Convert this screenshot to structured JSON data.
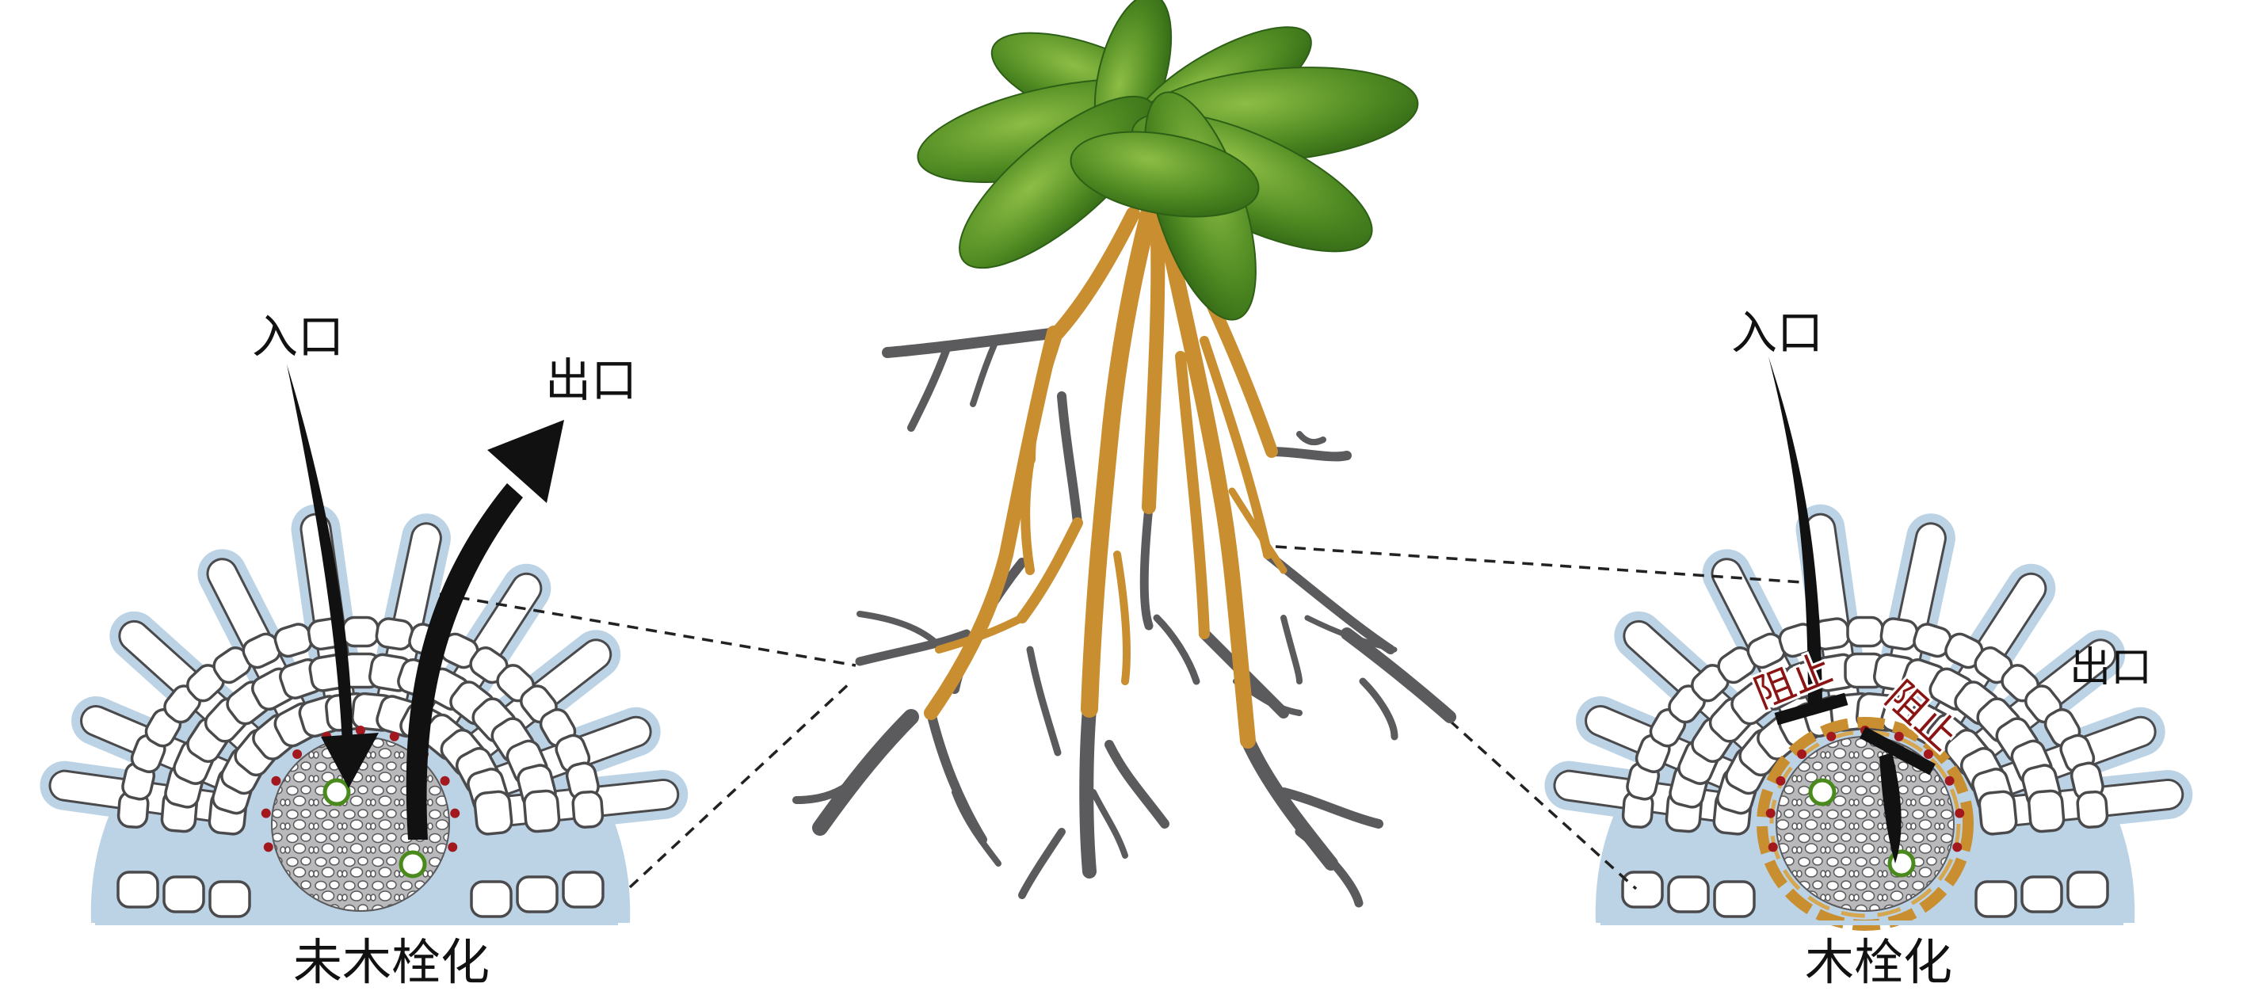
{
  "left_panel": {
    "entry_label": "入口",
    "exit_label": "出口",
    "caption": "未木栓化"
  },
  "right_panel": {
    "entry_label": "入口",
    "exit_label": "出口",
    "block_label_1": "阻止",
    "block_label_2": "阻止",
    "caption": "木栓化"
  },
  "colors": {
    "root_young": "#c98e2f",
    "root_old": "#5b5b5e",
    "leaf": "#4f8a22",
    "tissue_halo": "#bcd3e6",
    "stele_fill": "#b9b9bc",
    "suberin": "#c98e2f",
    "casparian_dot": "#a3181c",
    "xylem_ring": "#4a8a1c",
    "block_text": "#8a1414"
  }
}
